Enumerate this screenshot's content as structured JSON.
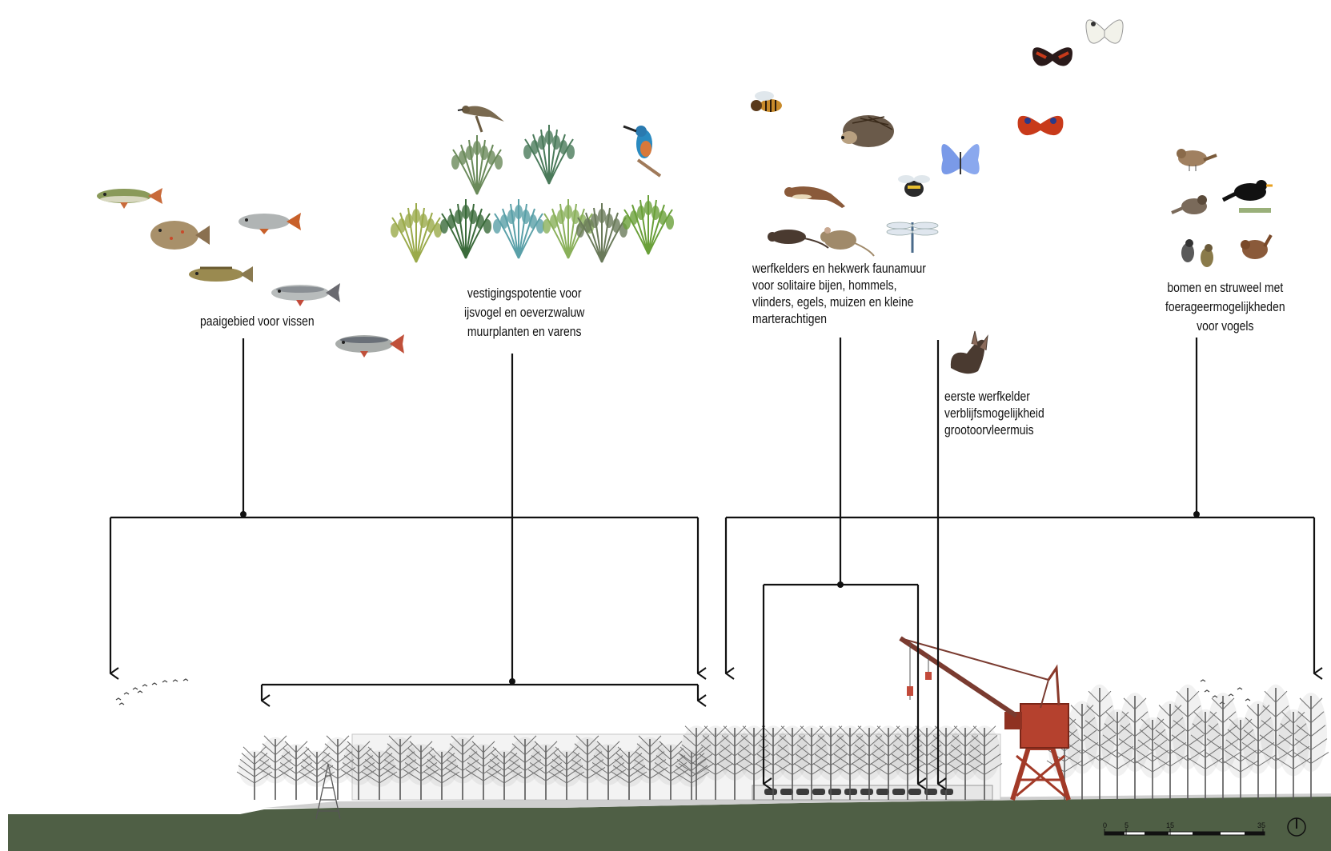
{
  "labels": {
    "fish": [
      "paaigebied voor vissen"
    ],
    "plants": [
      "vestigingspotentie voor",
      "ijsvogel en oeverzwaluw",
      "muurplanten en varens"
    ],
    "fauna_wall": [
      "werfkelders en hekwerk faunamuur",
      "voor solitaire bijen, hommels,",
      "vlinders, egels, muizen en kleine",
      "marterachtigen"
    ],
    "bat": [
      "eerste werfkelder",
      "verblijfsmogelijkheid",
      "grootoorvleermuis"
    ],
    "birds": [
      "bomen en struweel met",
      "foerageermogelijkheden",
      "voor vogels"
    ]
  },
  "scale_bar": {
    "ticks": [
      "0",
      "5",
      "15",
      "35"
    ]
  },
  "icons": {
    "fish": "fish-icon",
    "plant": "plant-icon",
    "bird": "bird-icon",
    "insect": "insect-icon",
    "butterfly": "butterfly-icon",
    "mammal": "mammal-icon",
    "bat": "bat-icon",
    "tree": "tree-icon",
    "crane": "crane-icon",
    "north": "north-arrow-icon"
  },
  "colors": {
    "line": "#111111",
    "water": "#4f5f45",
    "ground": "#dcdcdc",
    "crane": "#b5412e",
    "tree": "#6b6b6b"
  }
}
